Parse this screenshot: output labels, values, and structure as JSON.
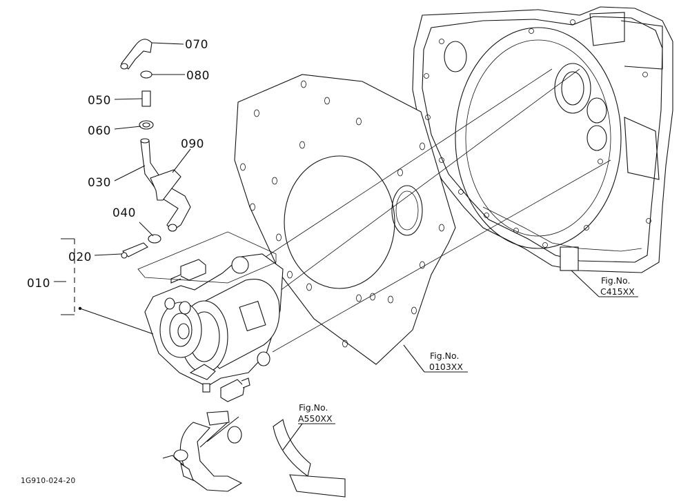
{
  "callouts": {
    "c070": "070",
    "c080": "080",
    "c050": "050",
    "c060": "060",
    "c090": "090",
    "c030": "030",
    "c040": "040",
    "c020": "020",
    "c010": "010"
  },
  "fig_refs": {
    "housing": {
      "label": "Fig.No.",
      "code": "C415XX"
    },
    "plate": {
      "label": "Fig.No.",
      "code": "0103XX"
    },
    "cable": {
      "label": "Fig.No.",
      "code": "A550XX"
    }
  },
  "document_id": "1G910-024-20"
}
